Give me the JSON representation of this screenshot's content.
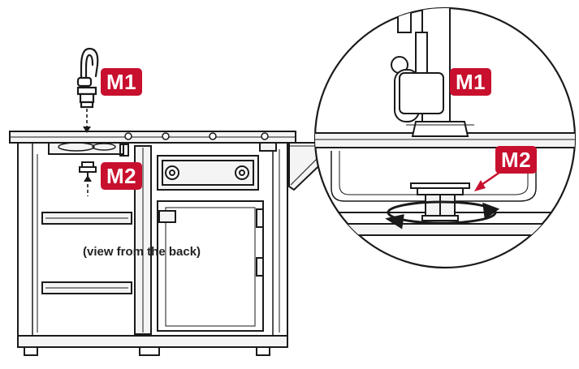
{
  "labels": {
    "m1_left": "M1",
    "m2_left": "M2",
    "m1_zoom": "M1",
    "m2_zoom": "M2"
  },
  "caption": "(view from the back)",
  "colors": {
    "label_bg": "#c8102e",
    "label_text": "#ffffff",
    "line": "#1a1a1a"
  }
}
